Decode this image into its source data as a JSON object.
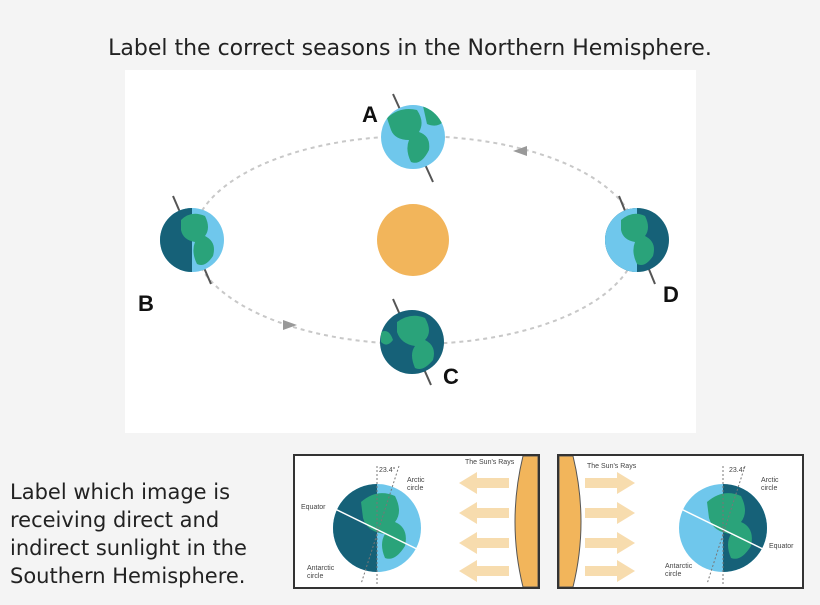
{
  "title": "Label the correct seasons in the Northern Hemisphere.",
  "orbit": {
    "labels": [
      "A",
      "B",
      "C",
      "D"
    ]
  },
  "instructions": {
    "lines": [
      "Label which image is",
      "receiving direct and",
      "indirect sunlight in the",
      "Southern Hemisphere."
    ]
  },
  "panel_left": {
    "rays_label": "The Sun's Rays",
    "angle": "23.4°",
    "arctic": [
      "Arctic",
      "circle"
    ],
    "equator": "Equator",
    "antarctic": [
      "Antarctic",
      "circle"
    ]
  },
  "panel_right": {
    "rays_label": "The Sun's Rays",
    "angle": "23.4°",
    "arctic": [
      "Arctic",
      "circle"
    ],
    "equator": "Equator",
    "antarctic": [
      "Antarctic",
      "circle"
    ]
  },
  "colors": {
    "sun": "#f2b55b",
    "ocean_light": "#6fc7ec",
    "ocean_dark": "#166178",
    "land": "#2aa37a",
    "orbit": "#c8c8c8",
    "arrow": "#999999",
    "ray": "#f7dcae"
  }
}
